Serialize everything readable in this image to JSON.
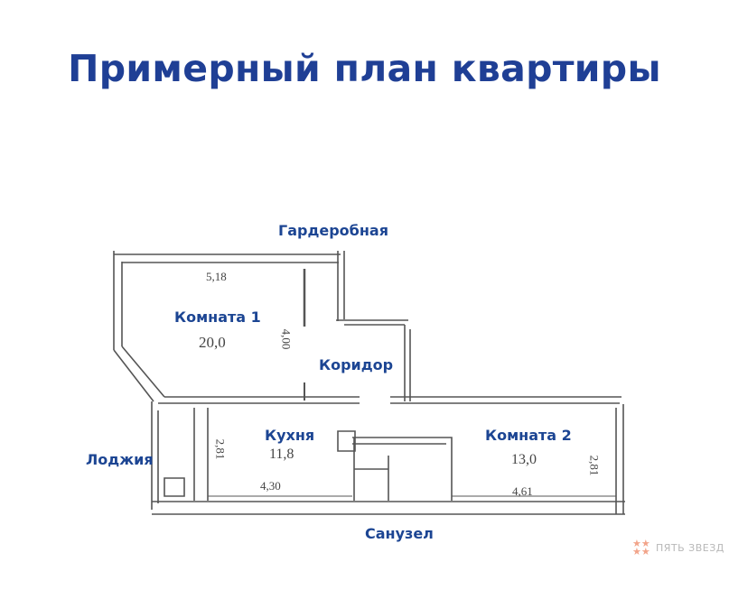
{
  "title": "Примерный план квартиры",
  "rooms": {
    "wardrobe": "Гардеробная",
    "room1": "Комната 1",
    "corridor": "Коридор",
    "kitchen": "Кухня",
    "room2": "Комната 2",
    "loggia": "Лоджия",
    "bathroom": "Санузел"
  },
  "dimensions": {
    "room1_width": "5,18",
    "room1_area": "20,0",
    "room1_depth": "4,00",
    "kitchen_area": "11,8",
    "kitchen_width": "4,30",
    "kitchen_depth": "2,81",
    "room2_area": "13,0",
    "room2_width": "4,61",
    "room2_depth": "2,81"
  },
  "logo": {
    "name": "ПЯТЬ ЗВЕЗД"
  },
  "colors": {
    "title": "#1f3f95",
    "labels": "#1c4593",
    "walls": "#555555"
  }
}
